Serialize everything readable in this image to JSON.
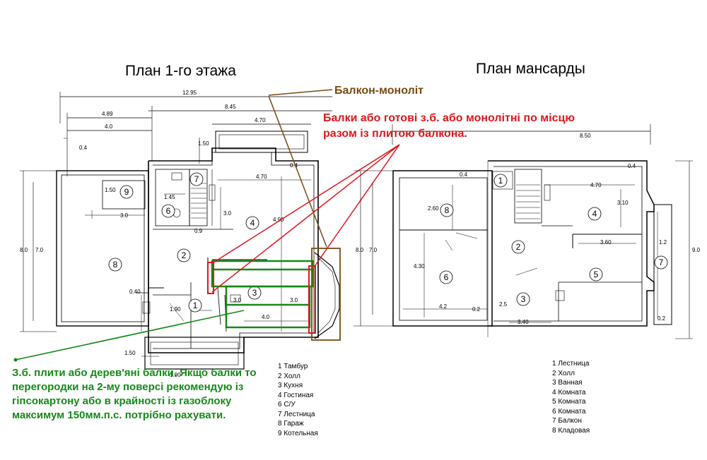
{
  "titles": {
    "first_floor": "План 1-го этажа",
    "attic": "План мансарды"
  },
  "annotations": {
    "balcony": "Балкон-моноліт",
    "beams_line1": "Балки або готові з.б. або монолітні по місцю",
    "beams_line2": "разом із плитою балкона.",
    "slabs_line1": "З.б. плити або дерев'яні балки. Якщо балки то",
    "slabs_line2": "перегородки на 2-му поверсі рекомендую із",
    "slabs_line3": "гіпсокартону або в крайності із газоблоку",
    "slabs_line4": "максимум 150мм.п.с. потрібно рахувати."
  },
  "first_floor_legend": [
    "1 Тамбур",
    "2 Холл",
    "3 Кухня",
    "4 Гостиная",
    "6 С/У",
    "7 Лестница",
    "8 Гараж",
    "9 Котельная"
  ],
  "attic_legend": [
    "1 Лестница",
    "2 Холл",
    "3 Ванная",
    "4 Комната",
    "5 Комната",
    "6 Комната",
    "7 Балкон",
    "8 Кладовая"
  ],
  "first_floor_dims": {
    "d1295": "12.95",
    "d845": "8.45",
    "d489": "4.89",
    "d40": "4.0",
    "d470top": "4.70",
    "d04": "0.4",
    "d150v": "1.50",
    "d04r": "0.4",
    "d150": "1.50",
    "d145": "1.45",
    "d30a": "3.0",
    "d30b": "3.0",
    "d470": "4.70",
    "d490": "4.90",
    "d09": "0.9",
    "d80": "8.0",
    "d70": "7.0",
    "d040": "0.40",
    "d190": "1.90",
    "d30k": "3.0",
    "d30k2": "3.0",
    "d40k": "4.0",
    "d150b": "1.50",
    "d190b": "1.90"
  },
  "attic_dims": {
    "d850": "8.50",
    "d04a": "0.4",
    "d04b": "0.4",
    "d260": "2.60",
    "d470": "4.70",
    "d310": "3.10",
    "d360": "3.60",
    "d12": "1.2",
    "d80": "8.0",
    "d70": "7.0",
    "d430": "4.30",
    "d42": "4.2",
    "d02": "0.2",
    "d25": "2.5",
    "d340": "3.40",
    "d02b": "0.2",
    "d90": "9.0"
  },
  "room_numbers": {
    "ff": [
      "9",
      "7",
      "6",
      "4",
      "2",
      "8",
      "3",
      "1"
    ],
    "at": [
      "1",
      "8",
      "4",
      "2",
      "6",
      "5",
      "3",
      "7"
    ]
  },
  "colors": {
    "red": "#e0161d",
    "green": "#148a17",
    "brown": "#7a4a12"
  }
}
